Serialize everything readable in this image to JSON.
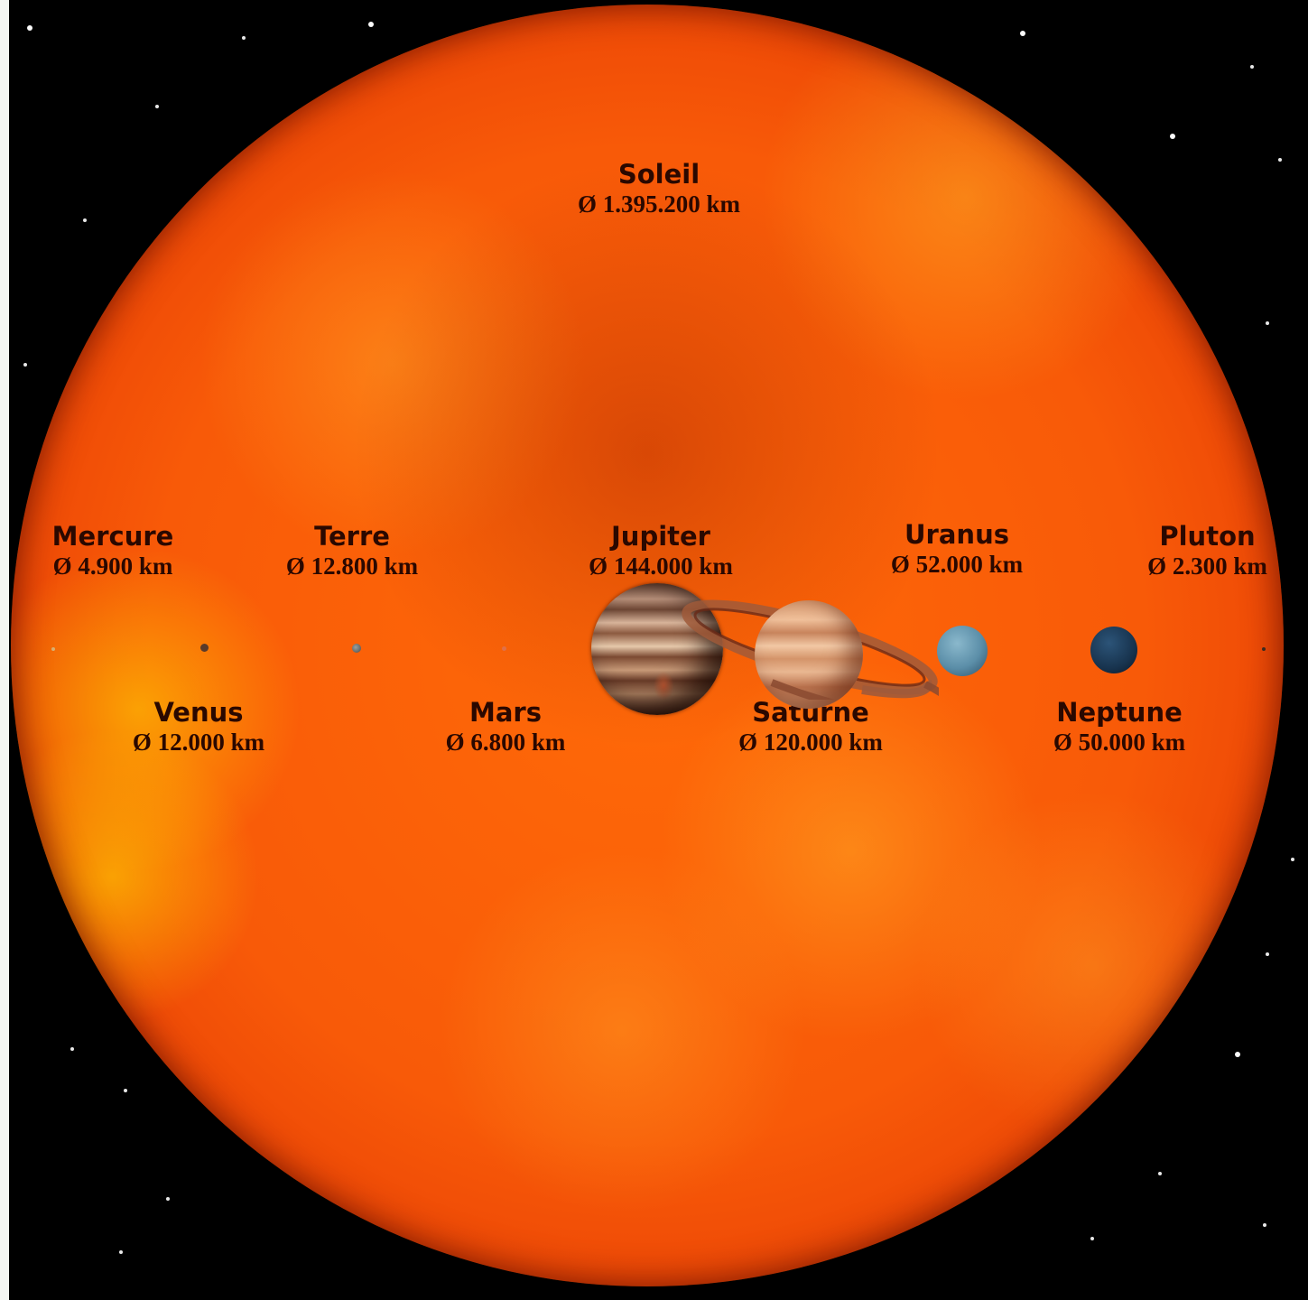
{
  "sun": {
    "name": "Soleil",
    "diameter": "Ø 1.395.200 km"
  },
  "planets": [
    {
      "name": "Mercure",
      "diameter": "Ø 4.900 km"
    },
    {
      "name": "Venus",
      "diameter": "Ø 12.000 km"
    },
    {
      "name": "Terre",
      "diameter": "Ø 12.800 km"
    },
    {
      "name": "Mars",
      "diameter": "Ø 6.800 km"
    },
    {
      "name": "Jupiter",
      "diameter": "Ø 144.000 km"
    },
    {
      "name": "Saturne",
      "diameter": "Ø 120.000 km"
    },
    {
      "name": "Uranus",
      "diameter": "Ø 52.000 km"
    },
    {
      "name": "Neptune",
      "diameter": "Ø 50.000 km"
    },
    {
      "name": "Pluton",
      "diameter": "Ø 2.300 km"
    }
  ],
  "colors": {
    "sun": "#f85a08",
    "label_text": "#2a0800",
    "space": "#000000",
    "jupiter": "#b07a55",
    "saturne": "#e0a476",
    "uranus": "#5b8ea8",
    "neptune": "#18344f"
  }
}
